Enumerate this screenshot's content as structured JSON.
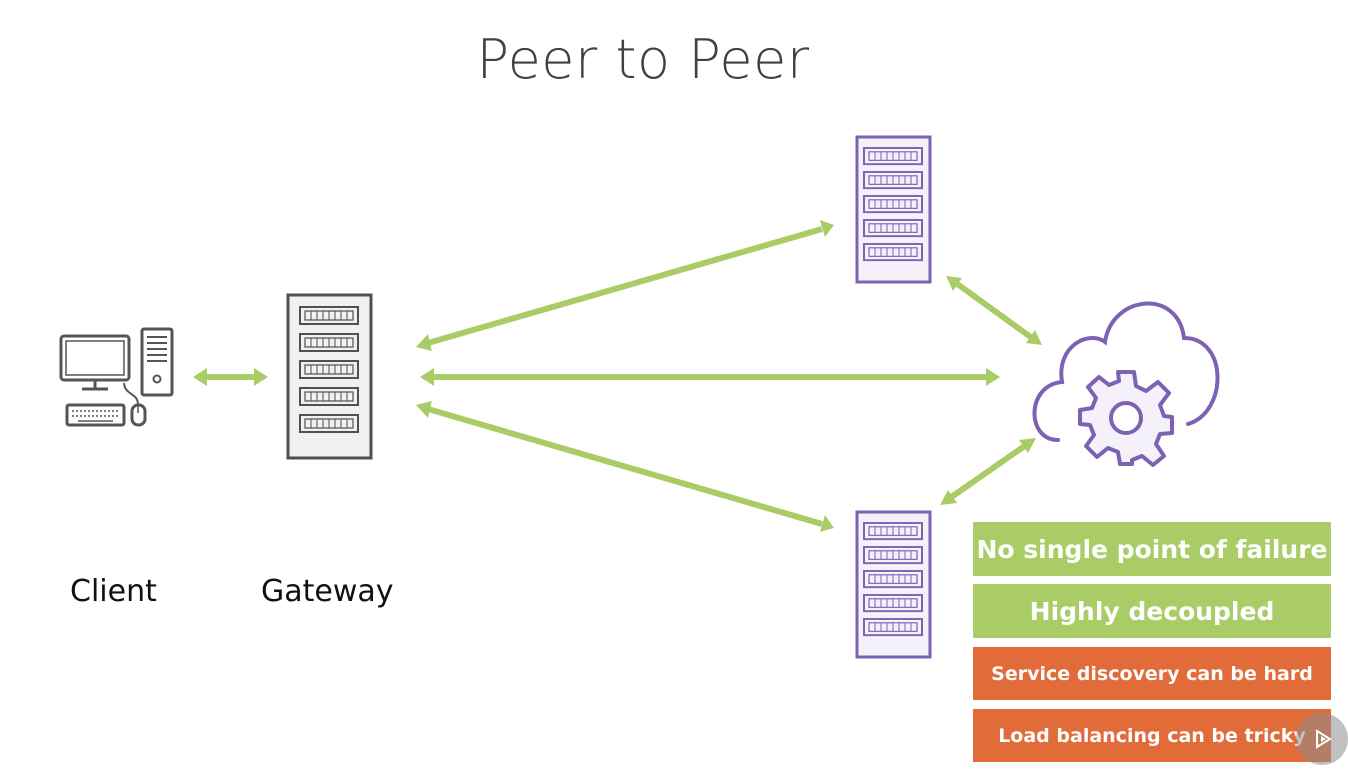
{
  "title": "Peer to Peer",
  "labels": {
    "client": "Client",
    "gateway": "Gateway"
  },
  "tags": [
    {
      "text": "No single point of failure",
      "kind": "pro",
      "color": "#a9cc67"
    },
    {
      "text": "Highly decoupled",
      "kind": "pro",
      "color": "#a9cc67"
    },
    {
      "text": "Service discovery can be hard",
      "kind": "con",
      "color": "#e26b3a"
    },
    {
      "text": "Load balancing can be tricky",
      "kind": "con",
      "color": "#e26b3a"
    }
  ],
  "colors": {
    "arrow": "#a9cc67",
    "service": "#7b62b3",
    "gateway": "#505050",
    "client": "#555555"
  },
  "icons": {
    "client": "desktop-computer-icon",
    "gateway": "server-rack-icon",
    "service": "server-rack-icon",
    "registry": "cloud-gear-icon",
    "player": "play-icon"
  }
}
